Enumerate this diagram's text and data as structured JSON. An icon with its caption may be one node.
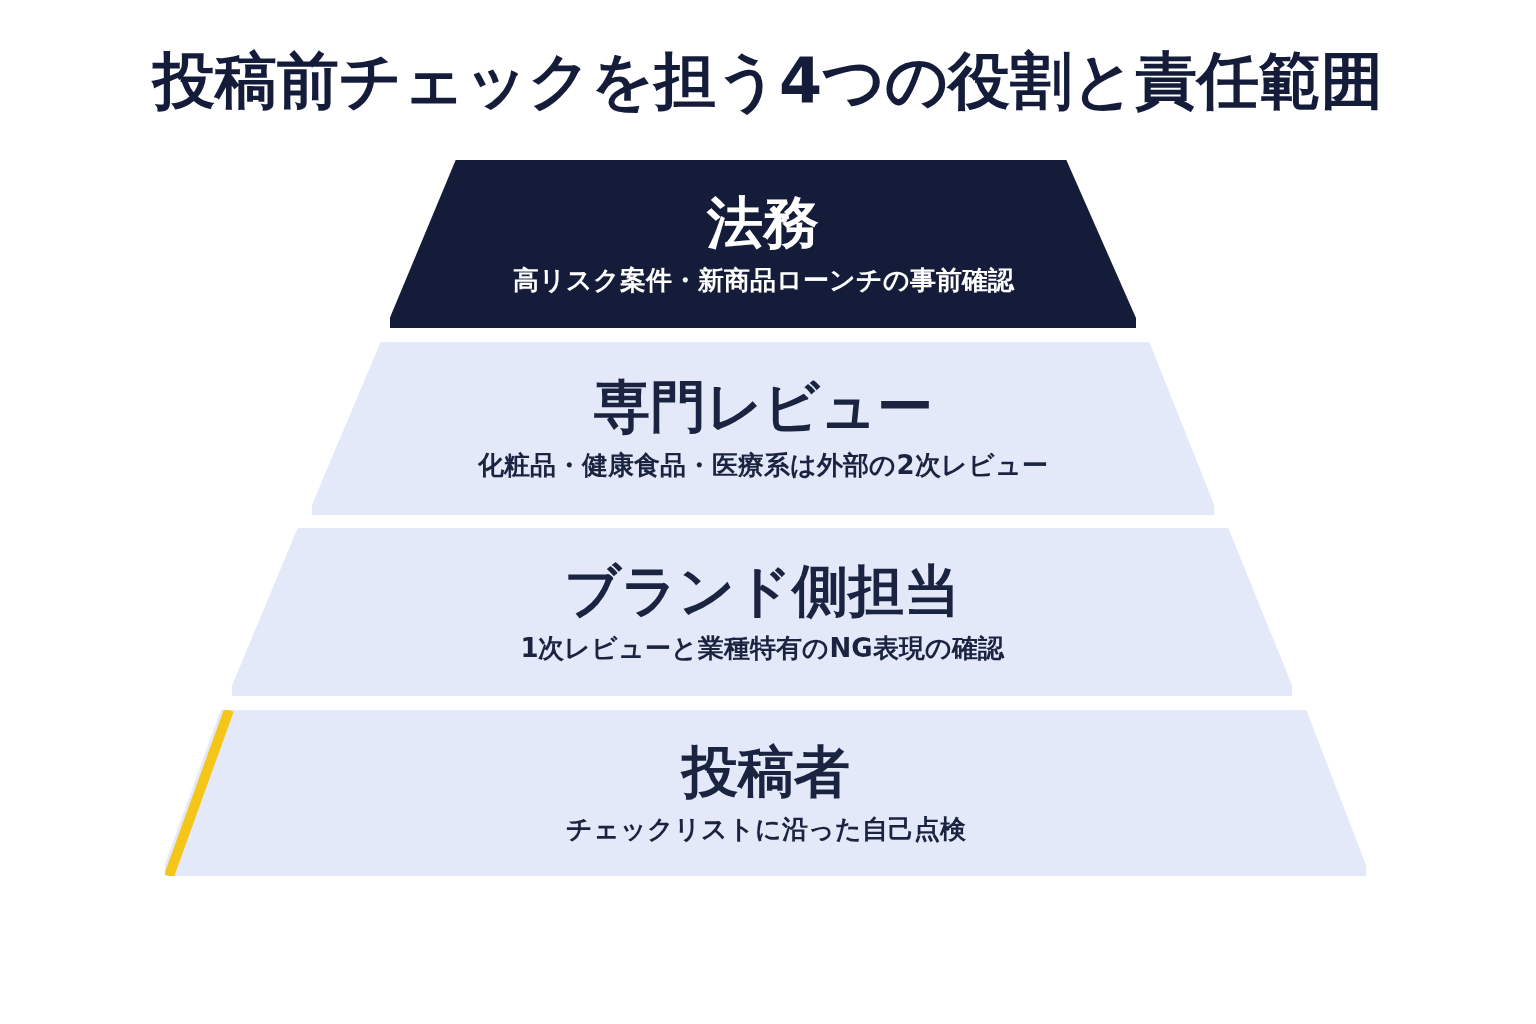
{
  "diagram": {
    "title": "投稿前チェックを担う4つの役割と責任範囲",
    "nodes": [
      {
        "text": [
          "法務",
          "高リスク案件・新商品ローンチの事前確認"
        ]
      },
      {
        "text": [
          "専門レビュー",
          "化粧品・健康食品・医療系は外部の2次レビュー"
        ]
      },
      {
        "text": [
          "ブランド側担当",
          "1次レビューと業種特有のNG表現の確認"
        ]
      },
      {
        "text": [
          "投稿者",
          "チェックリストに沿った自己点検"
        ]
      }
    ]
  }
}
